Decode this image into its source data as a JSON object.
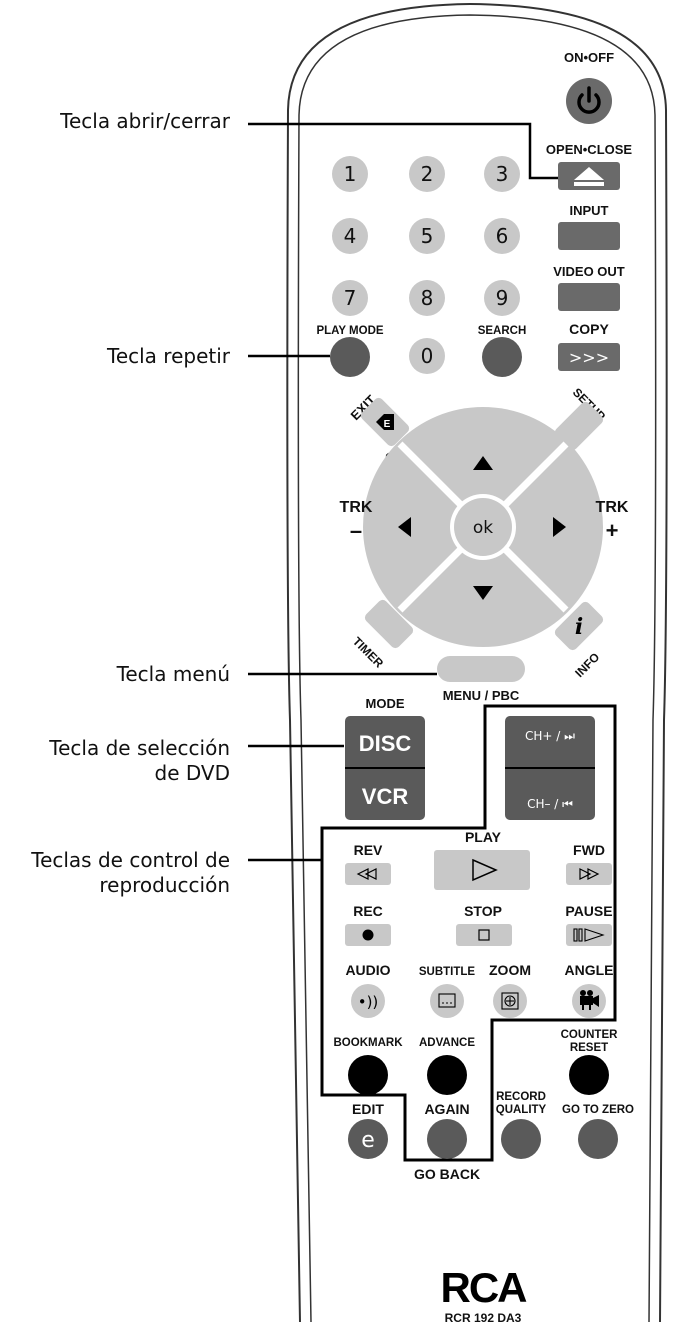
{
  "callouts": {
    "open_close": "Tecla abrir/cerrar",
    "repeat": "Tecla repetir",
    "menu": "Tecla menú",
    "dvd_select_1": "Tecla de selección",
    "dvd_select_2": "de DVD",
    "playback_1": "Teclas de control de",
    "playback_2": "reproducción"
  },
  "remote": {
    "power": "ON•OFF",
    "open_close": "OPEN•CLOSE",
    "digits": [
      "1",
      "2",
      "3",
      "4",
      "5",
      "6",
      "7",
      "8",
      "9",
      "0"
    ],
    "input": "INPUT",
    "video_out": "VIDEO OUT",
    "play_mode": "PLAY MODE",
    "search": "SEARCH",
    "copy": "COPY",
    "copy_key": ">>>",
    "exit": "EXIT",
    "clear": "CLEAR",
    "setup": "SETUP",
    "trk": "TRK",
    "trk_minus": "–",
    "trk_plus": "+",
    "ok": "ok",
    "timer": "TIMER",
    "info": "INFO",
    "info_key": "i",
    "menu_pbc": "MENU / PBC",
    "mode": "MODE",
    "disc": "DISC",
    "vcr": "VCR",
    "ch_up": "CH+ / ⏭",
    "ch_down": "CH– / ⏮",
    "play": "PLAY",
    "rev": "REV",
    "fwd": "FWD",
    "rec": "REC",
    "stop": "STOP",
    "pause": "PAUSE",
    "audio": "AUDIO",
    "subtitle": "SUBTITLE",
    "zoom": "ZOOM",
    "angle": "ANGLE",
    "bookmark": "BOOKMARK",
    "advance": "ADVANCE",
    "counter_reset_1": "COUNTER",
    "counter_reset_2": "RESET",
    "edit": "EDIT",
    "edit_key": "e",
    "again": "AGAIN",
    "record_quality_1": "RECORD",
    "record_quality_2": "QUALITY",
    "go_to_zero": "GO TO ZERO",
    "go_back": "GO BACK",
    "brand": "RCA",
    "model": "RCR 192 DA3"
  },
  "colors": {
    "key_light": "#c8c8c8",
    "key_mid": "#6a6a6a",
    "key_dark": "#5a5a5a",
    "key_black": "#000000",
    "outline": "#333333"
  }
}
